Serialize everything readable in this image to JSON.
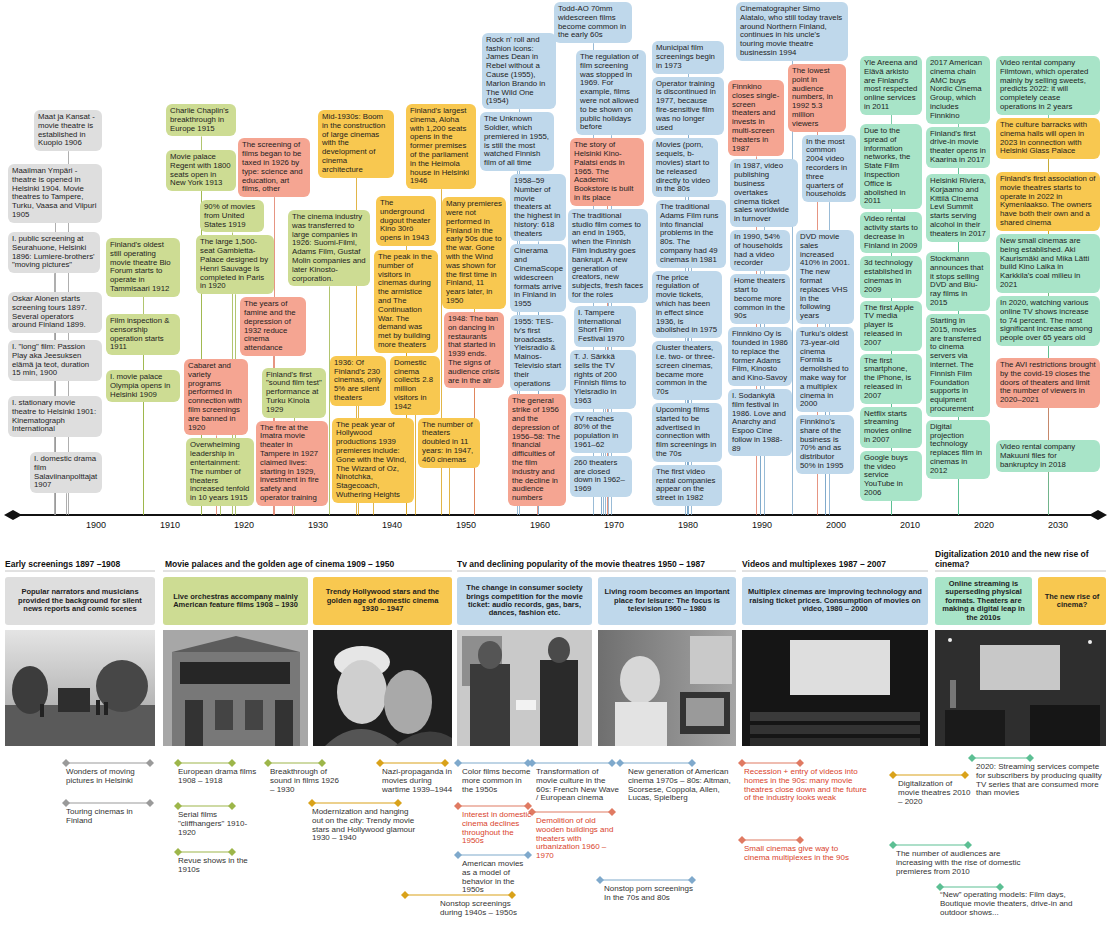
{
  "diagram": {
    "nodes": [
      {
        "text": [
          "Maat ja Kansat - movie theatre is established in Kuopio 1906"
        ]
      },
      {
        "text": [
          "Maailman Ympäri - theatre is opened in Helsinki 1904. Movie theatres to Tampere, Turku, Vaasa and Viipuri 1905"
        ]
      },
      {
        "text": [
          "I. public screening at Seurahuone, Helsinki 1896: Lumiere-brothers' \"moving pictures\""
        ]
      },
      {
        "text": [
          "Oskar Alonen starts screening tours 1897. Several operators around Finland 1899."
        ]
      },
      {
        "text": [
          "I. \"long\" film: Passion Play aka Jeesuksen elämä ja teot, duration 15 min, 1900"
        ]
      },
      {
        "text": [
          "I. stationary movie theatre to Helsinki 1901: Kinematograph International"
        ]
      },
      {
        "text": [
          "I. domestic drama film Salaviinanpolttajat 1907"
        ]
      },
      {
        "text": [
          "Charlie Chaplin's breakthrough in Europe 1915"
        ]
      },
      {
        "text": [
          "Movie palace Regent with 1800 seats open in New York 1913"
        ]
      },
      {
        "text": [
          "90% of movies from United States 1919"
        ]
      },
      {
        "text": [
          "Finland's oldest still operating movie theatre Bio Forum starts to operate in Tammisaari 1912"
        ]
      },
      {
        "text": [
          "The large 1,500-seat Gambietta-Palace designed by Henri Sauvage is completed in Paris in 1920"
        ]
      },
      {
        "text": [
          "Film inspection & censorship operation starts 1911"
        ]
      },
      {
        "text": [
          "I. movie palace Olympia opens in Helsinki 1909"
        ]
      },
      {
        "text": [
          "Cabaret and variety programs performed in connection with film screenings are banned in 1920"
        ]
      },
      {
        "text": [
          "Overwhelming leadership in entertainment: The number of theaters increased tenfold in 10 years 1915"
        ]
      },
      {
        "text": [
          "The screening of films began to be taxed in 1926 by type: science and education, art films, other"
        ]
      },
      {
        "text": [
          "The cinema industry was transferred to large companies in 1926: Suomi-Filmi, Adams Film, Gustaf Molin companies and later Kinosto-corporation."
        ]
      },
      {
        "text": [
          "The years of famine and the depression of 1932 reduce cinema attendance"
        ]
      },
      {
        "text": [
          "Finland's first \"sound film test\" performance at Turku Kinola 1929"
        ]
      },
      {
        "text": [
          "The fire at the Imatra movie theater in Tampere in 1927 claimed lives: starting in 1929, investment in fire safety and operator training"
        ]
      },
      {
        "text": [
          "Mid-1930s: Boom in the construction of large cinemas with the development of cinema architecture"
        ]
      },
      {
        "text": [
          "The underground dugout theater Kino 30rö opens in 1943"
        ]
      },
      {
        "text": [
          "The peak in the number of visitors in cinemas during the armistice and The Continuation War. The demand was met by building more theaters"
        ]
      },
      {
        "text": [
          "1936: Of Finland's 230 cinemas, only 5% are silent theaters"
        ]
      },
      {
        "text": [
          "Domestic cinema collects 2.8 million visitors in 1942"
        ]
      },
      {
        "text": [
          "The peak year of Hollywood productions 1939 premieres include: Gone with the Wind, The Wizard of Oz, Ninotchka, Stagecoach, Wuthering Heights"
        ]
      },
      {
        "text": [
          "Finland's largest cinema, Aloha with 1,200 seats opens in the former premises of the parliament in the Heimola house in Helsinki 1946"
        ]
      },
      {
        "text": [
          "Many premieres were not performed in Finland in the early 50s due to the war. Gone with the Wind was shown for the first time in Finland, 11 years later, in 1950"
        ]
      },
      {
        "text": [
          "1948: The ban on dancing in restaurants that started in 1939 ends. The signs of audience crisis are in the air"
        ]
      },
      {
        "text": [
          "The number of theaters doubled in 11 years: in 1947, 460 cinemas"
        ]
      },
      {
        "text": [
          "Rock n' roll and fashion icons: James Dean in Rebel without a Cause (1955), Marlon Brando in The Wild One (1954)"
        ]
      },
      {
        "text": [
          "The Unknown Soldier, which premiered in 1955, is still the most watched Finnish film of all time"
        ]
      },
      {
        "text": [
          "1958–59 Number of movie theaters at the highest in history: 618 theaters"
        ]
      },
      {
        "text": [
          "Cinerama and CinemaScope widescreen formats arrive in Finland in 1955"
        ]
      },
      {
        "text": [
          "1955: TES-tv's first broadcasts. Yleisradio & Mainos-Televisio start their operations"
        ]
      },
      {
        "text": [
          "The general strike of 1956 and the depression of 1956–58: The financial difficulties of the film industry and the decline in audience numbers"
        ]
      },
      {
        "text": [
          "Todd-AO 70mm widescreen films become common in the early 60s"
        ]
      },
      {
        "text": [
          "The regulation of film screening was stopped in 1969. For example, films were not allowed to be shown on public holidays before"
        ]
      },
      {
        "text": [
          "The story of Helsinki Kino-Palatsi ends in 1965. The Academic Bookstore is built in its place"
        ]
      },
      {
        "text": [
          "The traditional studio film comes to an end in 1965, when the Finnish Film Industry goes bankrupt. A new generation of creators, new subjects, fresh faces for the roles"
        ]
      },
      {
        "text": [
          "I. Tampere International Short Film Festival 1970"
        ]
      },
      {
        "text": [
          "T. J. Särkkä sells the TV rights of 200 Finnish films to Yleisradio in 1963"
        ]
      },
      {
        "text": [
          "TV reaches 80% of the population in 1961–62"
        ]
      },
      {
        "text": [
          "260 theaters are closed down in 1962–1969"
        ]
      },
      {
        "text": [
          "Municipal film screenings begin in 1973"
        ]
      },
      {
        "text": [
          "Operator training is discontinued in 1977, because fire-sensitive film was no longer used"
        ]
      },
      {
        "text": [
          "Movies (porn, sequels, b-movies) start to be released directly to video in the 80s"
        ]
      },
      {
        "text": [
          "The traditional Adams Film runs into financial problems in the 80s. The company had 49 cinemas in 1981"
        ]
      },
      {
        "text": [
          "The price regulation of movie tickets, which has been in effect since 1936, is abolished in 1975"
        ]
      },
      {
        "text": [
          "Cluster theaters, i.e. two- or three-screen cinemas, became more common in the 70s"
        ]
      },
      {
        "text": [
          "Upcoming films started to be advertised in connection with film screenings in the 70s"
        ]
      },
      {
        "text": [
          "The first video rental companies appear on the street in 1982"
        ]
      },
      {
        "text": [
          "Finnkino closes single-screen theaters and invests in multi-screen theaters in 1987"
        ]
      },
      {
        "text": [
          "In 1987, video publishing business overtakes cinema ticket sales worldwide in turnover"
        ]
      },
      {
        "text": [
          "In 1990, 54% of households had a video recorder"
        ]
      },
      {
        "text": [
          "Home theaters start to become more common in the 90s"
        ]
      },
      {
        "text": [
          "Finnkino Oy is founded in 1986 to replace the former Adams Film, Kinosto and Kino-Savoy"
        ]
      },
      {
        "text": [
          "I. Sodankylä film festival in 1986. Love and Anarchy and Espoo Cine follow in 1988-89"
        ]
      },
      {
        "text": [
          "Cinematographer Simo Alatalo, who still today travels around Northern Finland, continues in his uncle's touring movie theatre businessin 1994"
        ]
      },
      {
        "text": [
          "The lowest point in audience numbers, in 1992 5.3 million viewers"
        ]
      },
      {
        "text": [
          "In the most common 2004 video recorders in three quarters of households"
        ]
      },
      {
        "text": [
          "DVD movie sales increased 410% in 2001. The new format replaces VHS in the following years"
        ]
      },
      {
        "text": [
          "Turku's oldest 73-year-old cinema Formia is demolished to make way for a multiplex cinema in 2000"
        ]
      },
      {
        "text": [
          "Finnkino's share of the business is 70% and as distributor 50% in 1995"
        ]
      },
      {
        "text": [
          "Yle Areena and Elävä arkisto are Finland's most respected online services in 2011"
        ]
      },
      {
        "text": [
          "Due to the spread of information networks, the State Film Inspection Office is abolished in 2011"
        ]
      },
      {
        "text": [
          "Video rental activity starts to decrease in Finland in 2009"
        ]
      },
      {
        "text": [
          "3d technology established in cinemas in 2009"
        ]
      },
      {
        "text": [
          "The first Apple TV media player is released in 2007"
        ]
      },
      {
        "text": [
          "The first smartphone, the iPhone, is released in 2007"
        ]
      },
      {
        "text": [
          "Netflix starts streaming movies online in 2007"
        ]
      },
      {
        "text": [
          "Google buys the video service YouTube in 2006"
        ]
      },
      {
        "text": [
          "2017 American cinema chain AMC buys Nordic Cinema Group, which includes Finnkino"
        ]
      },
      {
        "text": [
          "Finland's first drive-in movie theater opens in Kaarina in 2017"
        ]
      },
      {
        "text": [
          "Helsinki Riviera, Korjaamo and Kittilä Cinema Levi Summit starts serving alcohol in their theaters in 2017"
        ]
      },
      {
        "text": [
          "Stockmann announces that it stops selling DVD and Blu-ray films in 2015"
        ]
      },
      {
        "text": [
          "Starting in 2015, movies are transferred to cinema servers via internet. The Finnish Film Foundation supports in equipment procurement"
        ]
      },
      {
        "text": [
          "Digital projection technology replaces film in cinemas in 2012"
        ]
      },
      {
        "text": [
          "Video rental company Filmtown, which operated mainly by selling sweets, predicts 2022: it will completely cease operations in 2 years"
        ]
      },
      {
        "text": [
          "The culture barracks with cinema halls will open in 2023 in connection with Helsinki Glass Palace"
        ]
      },
      {
        "text": [
          "Finland's first association of movie theatres starts to operate in 2022 in Kymenlaakso. The owners have both their own and a shared cinema"
        ]
      },
      {
        "text": [
          "New small cinemas are being established. Aki Kaurismäki and Mika Lätti build Kino Laika in Karkkila's coal milieu in 2021"
        ]
      },
      {
        "text": [
          "In 2020, watching various online TV shows increase to 74 percent. The most significant increase among people over 65 years old"
        ]
      },
      {
        "text": [
          "The AVI restrictions brought by the covid-19 closes the doors of theaters and limit the number of viewers in 2020–2021"
        ]
      },
      {
        "text": [
          "Video rental company Makuuni files for bankruptcy in 2018"
        ]
      },
      {
        "text": [
          "Popular narrators and musicians provided the background for silent news reports and comic scenes"
        ]
      },
      {
        "text": [
          "Live orchestras accompany mainly American feature films 1908 – 1930"
        ]
      },
      {
        "text": [
          "Trendy Hollywood stars and the golden age of domestic cinema 1930 – 1947"
        ]
      },
      {
        "text": [
          "The change in consumer society brings competition for the movie ticket: audio records, gas, bars, dances, fashion etc."
        ]
      },
      {
        "text": [
          "Living room becomes an important place for leisure: The focus is television 1960 – 1980"
        ]
      },
      {
        "text": [
          "Multiplex cinemas are improving technology and raising ticket prices. Consumption of movies on video, 1980 – 2000"
        ]
      },
      {
        "text": [
          "Online streaming is superseding physical formats. Theaters are making a digital leap in the 2010s"
        ]
      },
      {
        "text": [
          "The new rise of cinema?"
        ]
      }
    ],
    "labels": [
      "1900",
      "1910",
      "1920",
      "1930",
      "1940",
      "1950",
      "1960",
      "1970",
      "1980",
      "1990",
      "2000",
      "2010",
      "2020",
      "2030",
      "Early screenings 1897 –1908",
      "Movie palaces and the golden age of cinema 1909 – 1950",
      "Tv and declining popularity of the movie theatres 1950 – 1987",
      "Videos and multiplexes 1987 – 2007",
      "Digitalization 2010 and the new rise of cinema?",
      "Wonders of moving pictures in Helsinki",
      "Touring cinemas in Finland",
      "European drama films 1908 – 1918",
      "Serial films \"cliffhangers\" 1910-1920",
      "Revue shows in the 1910s",
      "Breakthrough of sound in films 1926 – 1930",
      "Nazi-propaganda in movies during wartime 1939–1944",
      "Modernization and hanging out on the city: Trendy movie stars and Hollywood glamour 1930 – 1940",
      "Nonstop screenings during 1940s – 1950s",
      "Color films become more common in the 1950s",
      "Interest in domestic cinema declines throughout the 1950s",
      "American movies as a model of behavior in the 1950s",
      "Transformation of movie culture in the 60s: French New Wave / European cinema",
      "Demolition of old wooden buildings and theaters with urbanization 1960 – 1970",
      "New generation of American cinema 1970s – 80s: Altman, Scorsese, Coppola, Allen, Lucas, Spielberg",
      "Nonstop porn screenings In the 70s and 80s",
      "Recession + entry of videos into homes in the 90s: many movie theatres close down and the future of the industry looks weak",
      "Small cinemas give way to cinema multiplexes in the 90s",
      "Digitalization of movie theatres 2010 – 2020",
      "2020: Streaming services compete for subscribers by producing quality TV series that are consumed more than movies",
      "The number of audiences are increasing with the rise of domestic premieres from 2010",
      "“New” operating models: Film days, Boutique movie theaters, drive-in and outdoor shows..."
    ]
  }
}
